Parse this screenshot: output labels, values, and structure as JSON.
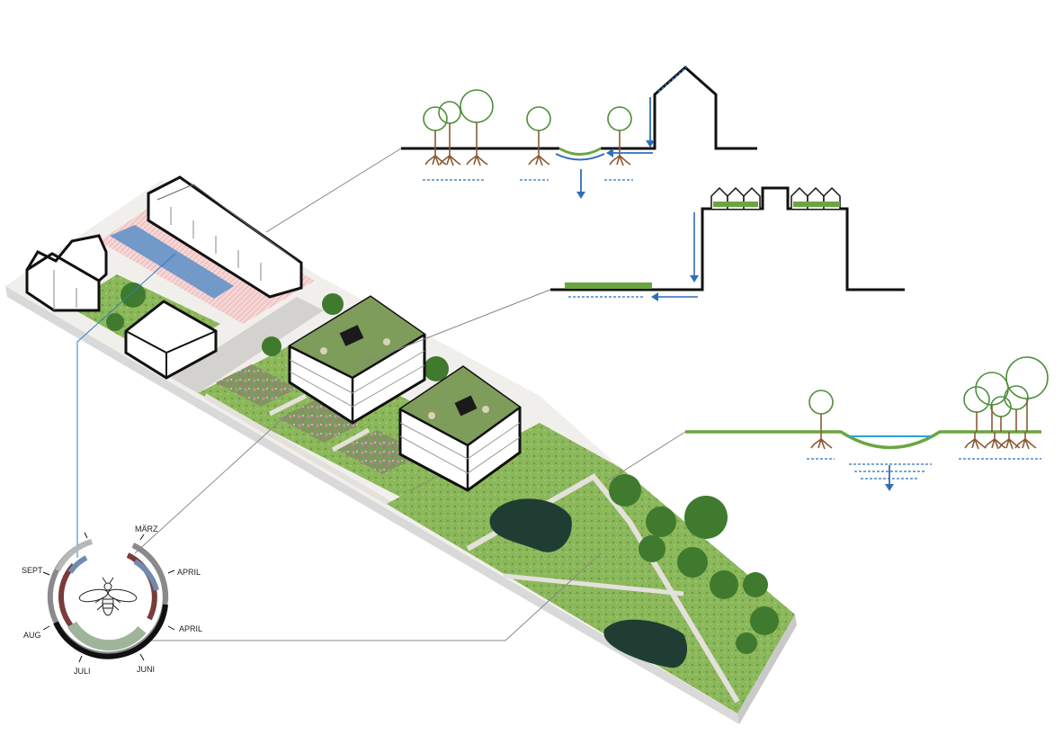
{
  "wheel": {
    "months": [
      "MÄRZ",
      "APRIL",
      "APRIL",
      "JUNI",
      "JULI",
      "AUG",
      "SEPT"
    ],
    "insect_icon": "bee-icon"
  },
  "colors": {
    "tree": "#4e8f3a",
    "root": "#8a5a35",
    "water": "#2f6fb8",
    "grass": "#6aa63f",
    "pond": "#1f3d33",
    "path": "#e4e1dc",
    "wheel_red": "#7a3b3b",
    "wheel_blue": "#6f8bb0",
    "wheel_sage": "#9fb59a",
    "wheel_grey": "#8a8a8a"
  }
}
